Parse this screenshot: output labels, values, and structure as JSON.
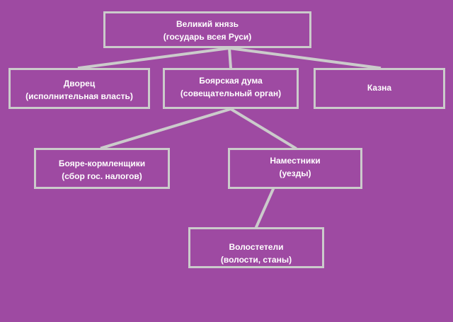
{
  "nodes": {
    "prince": {
      "line1": "Великий князь",
      "line2": "(государь всея Руси)"
    },
    "palace": {
      "line1": "Дворец",
      "line2": "(исполнительная власть)"
    },
    "duma": {
      "line1": "Боярская дума",
      "line2": "(совещательный орган)"
    },
    "treasury": {
      "line1": "Казна"
    },
    "boyars": {
      "line1": "Бояре-кормленщики",
      "line2": "(сбор гос. налогов)"
    },
    "governors": {
      "line1": "Наместники",
      "line2": "(уезды)"
    },
    "volost": {
      "line1": "Волостетели",
      "line2": "(волости, станы)"
    }
  },
  "colors": {
    "background": "#9e4aa2",
    "box_border": "#cbcbcb",
    "text": "#ffffff"
  }
}
